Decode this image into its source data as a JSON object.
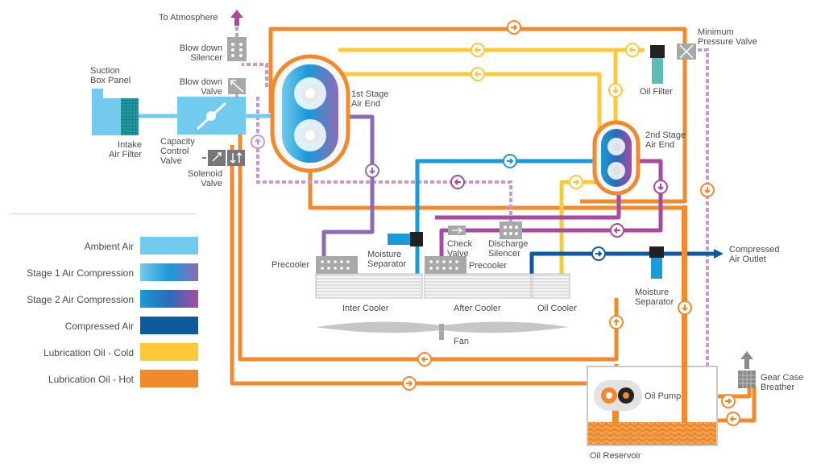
{
  "labels": {
    "to_atmosphere": "To Atmosphere",
    "blow_down_silencer_1": "Blow down",
    "blow_down_silencer_2": "Silencer",
    "suction_box_1": "Suction",
    "suction_box_2": "Box Panel",
    "blow_down_valve_1": "Blow down",
    "blow_down_valve_2": "Valve",
    "intake_filter_1": "Intake",
    "intake_filter_2": "Air Filter",
    "capacity_valve_1": "Capacity",
    "capacity_valve_2": "Control",
    "capacity_valve_3": "Valve",
    "solenoid_1": "Solenoid",
    "solenoid_2": "Valve",
    "stage1_1": "1st Stage",
    "stage1_2": "Air End",
    "stage2_1": "2nd Stage",
    "stage2_2": "Air End",
    "min_pressure_1": "Minimum",
    "min_pressure_2": "Pressure Valve",
    "oil_filter": "Oil Filter",
    "moisture_sep_1_a": "Moisture",
    "moisture_sep_1_b": "Separator",
    "check_valve_1": "Check",
    "check_valve_2": "Valve",
    "discharge_silencer_1": "Discharge",
    "discharge_silencer_2": "Silencer",
    "precooler_left": "Precooler",
    "precooler_right": "Precooler",
    "compressed_outlet_1": "Compressed",
    "compressed_outlet_2": "Air Outlet",
    "moisture_sep_2_a": "Moisture",
    "moisture_sep_2_b": "Separator",
    "inter_cooler": "Inter Cooler",
    "after_cooler": "After Cooler",
    "oil_cooler": "Oil Cooler",
    "fan": "Fan",
    "oil_pump": "Oil Pump",
    "gear_case_1": "Gear Case",
    "gear_case_2": "Breather",
    "oil_reservoir": "Oil Reservoir"
  },
  "legend": [
    {
      "label": "Ambient Air",
      "colors": [
        "#72cbee",
        "#72cbee"
      ]
    },
    {
      "label": "Stage 1  Air Compression",
      "colors": [
        "#72cbee",
        "#1a9ad6",
        "#8e6ab5"
      ]
    },
    {
      "label": "Stage 2  Air Compression",
      "colors": [
        "#1a9ad6",
        "#2a6cb8",
        "#a84a9e"
      ]
    },
    {
      "label": "Compressed Air",
      "colors": [
        "#0f5a9c",
        "#0f5a9c"
      ]
    },
    {
      "label": "Lubrication Oil - Cold",
      "colors": [
        "#fbc93b",
        "#fbc93b"
      ]
    },
    {
      "label": "Lubrication Oil - Hot",
      "colors": [
        "#f18a2c",
        "#f18a2c"
      ]
    }
  ],
  "colors": {
    "ambient": "#72cbee",
    "stage1": "#8e6ab5",
    "stage2": "#a84a9e",
    "stage2_blue": "#1a9ad6",
    "compressed": "#0f5a9c",
    "oil_cold": "#fbc93b",
    "oil_hot": "#f18a2c",
    "gray": "#9a9a9a",
    "purple_dash": "#c59ad0"
  }
}
